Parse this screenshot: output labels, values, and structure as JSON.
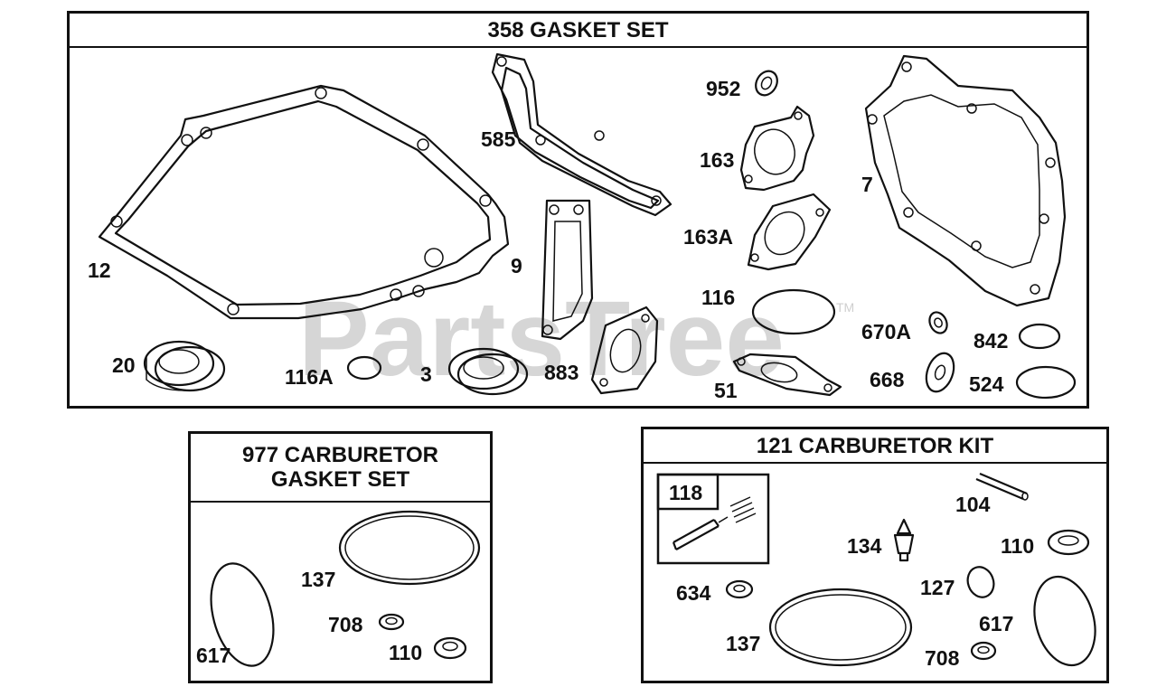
{
  "watermark": {
    "text": "PartsTree",
    "trademark": "TM"
  },
  "panels": {
    "gasket_set": {
      "title": "358 GASKET SET"
    },
    "carb_gasket_set": {
      "title_line1": "977 CARBURETOR",
      "title_line2": "GASKET SET"
    },
    "carb_kit": {
      "title": "121 CARBURETOR KIT",
      "subkit_label": "118"
    }
  },
  "labels": {
    "p12": "12",
    "p20": "20",
    "p116A": "116A",
    "p3": "3",
    "p585": "585",
    "p9": "9",
    "p883": "883",
    "p952": "952",
    "p163": "163",
    "p163A": "163A",
    "p116": "116",
    "p51": "51",
    "p7": "7",
    "p670A": "670A",
    "p842": "842",
    "p668": "668",
    "p524": "524",
    "c617": "617",
    "c137": "137",
    "c708": "708",
    "c110": "110",
    "k634": "634",
    "k137": "137",
    "k104": "104",
    "k134": "134",
    "k110": "110",
    "k127": "127",
    "k617": "617",
    "k708": "708"
  },
  "colors": {
    "line": "#111111",
    "watermark": "#d6d6d6",
    "background": "#ffffff"
  }
}
